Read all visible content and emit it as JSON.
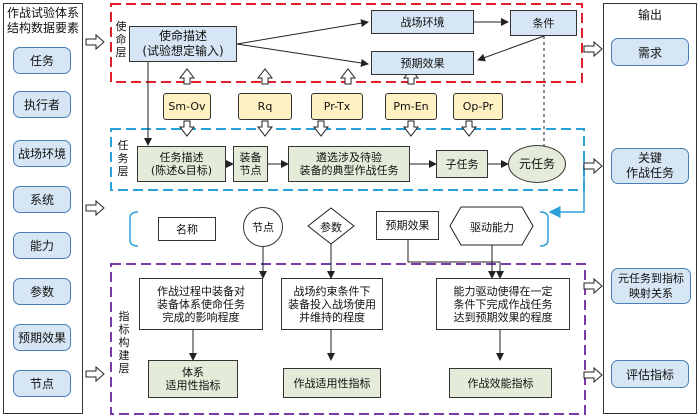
{
  "left_panel": {
    "title": "作战试验体系结构数据要素",
    "items": [
      "任务",
      "执行者",
      "战场环境",
      "系统",
      "能力",
      "参数",
      "预期效果",
      "节点"
    ]
  },
  "right_panel": {
    "title": "输出",
    "items": [
      "需求",
      "关键\n作战任务",
      "元任务到指标\n映射关系",
      "评估指标"
    ]
  },
  "mission_layer": {
    "label": "使\n命\n层",
    "mission_desc": "使命描述\n(试验想定输入)",
    "battlefield_env": "战场环境",
    "condition": "条件",
    "expected_effect": "预期效果"
  },
  "middle_tags": [
    "Sm-Ov",
    "Rq",
    "Pr-Tx",
    "Pm-En",
    "Op-Pr"
  ],
  "task_layer": {
    "label": "任\n务\n层",
    "task_desc": "任务描述\n(陈述&目标)",
    "equip_node": "装备\n节点",
    "select_tasks": "遴选涉及待验\n装备的典型作战任务",
    "subtask": "子任务",
    "meta_task": "元任务"
  },
  "element_row": {
    "name": "名称",
    "node": "节点",
    "param": "参数",
    "expected_effect": "预期效果",
    "drive_capability": "驱动能力"
  },
  "indicator_layer": {
    "label": "指\n标\n构\n建\n层",
    "desc1": "作战过程中装备对\n装备体系使命任务\n完成的影响程度",
    "desc2": "战场约束条件下\n装备投入战场使用\n并维持的程度",
    "desc3": "能力驱动使得在一定\n条件下完成作战任务\n达到预期效果的程度",
    "ind1": "体系\n适用性指标",
    "ind2": "作战适用性指标",
    "ind3": "作战效能指标"
  },
  "colors": {
    "pill_fill": "#d6e6f4",
    "pill_border": "#4a7fb5",
    "mission_dash": "#e0202a",
    "task_dash": "#2a9fd8",
    "indicator_dash": "#7a3aa8",
    "tag_fill": "#fff2c2"
  }
}
